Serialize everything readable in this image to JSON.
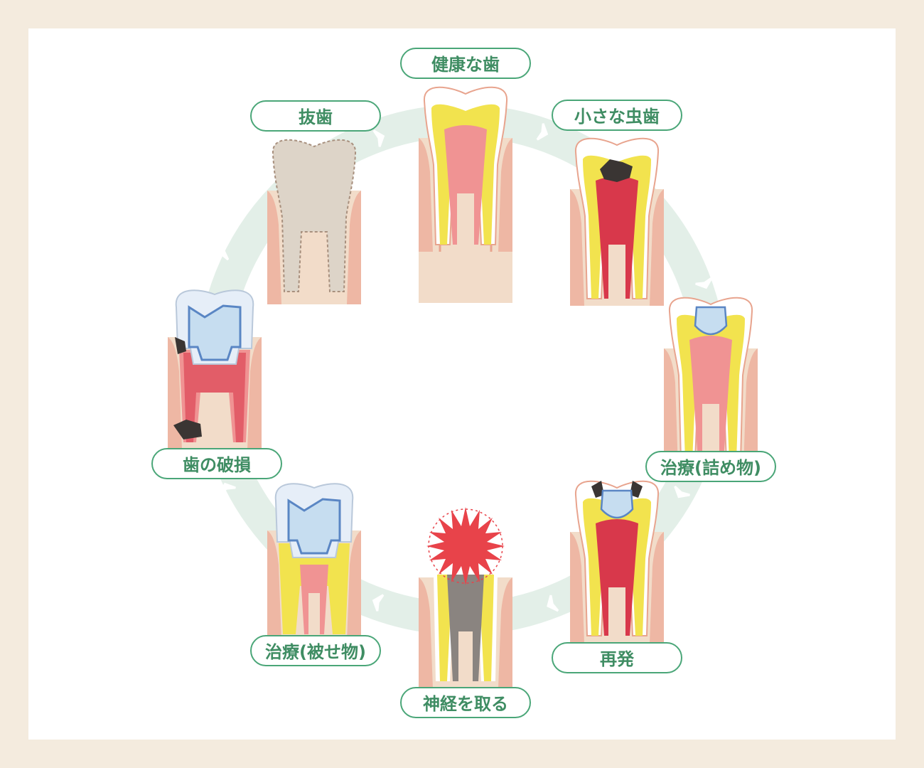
{
  "colors": {
    "background": "#f4ebde",
    "panel": "#ffffff",
    "cycle_ring": "#e3efe8",
    "label_border": "#4aa678",
    "label_text": "#3f8d63",
    "gum": "#f2dcc9",
    "gum_edge": "#e8a48e",
    "enamel": "#ffffff",
    "dentin": "#f2e34e",
    "pulp": "#f09393",
    "pulp_inflamed": "#d8384b",
    "caries": "#3a3533",
    "filling": "#c6ddf0",
    "crown_outline": "#5a86c4",
    "pain": "#e8434a",
    "dead_pulp": "#8a8480",
    "extracted": "#ddd4c8"
  },
  "stages": [
    {
      "id": "healthy",
      "label": "健康な歯",
      "icon": "healthy-tooth"
    },
    {
      "id": "small-cavity",
      "label": "小さな虫歯",
      "icon": "cavity-tooth"
    },
    {
      "id": "filling",
      "label": "治療(詰め物)",
      "icon": "filled-tooth"
    },
    {
      "id": "recurrence",
      "label": "再発",
      "icon": "recurrent-decay-tooth"
    },
    {
      "id": "nerve-removal",
      "label": "神経を取る",
      "icon": "nerve-pain-tooth"
    },
    {
      "id": "crown",
      "label": "治療(被せ物)",
      "icon": "crowned-tooth"
    },
    {
      "id": "fracture",
      "label": "歯の破損",
      "icon": "broken-tooth"
    },
    {
      "id": "extraction",
      "label": "抜歯",
      "icon": "extracted-tooth"
    }
  ]
}
